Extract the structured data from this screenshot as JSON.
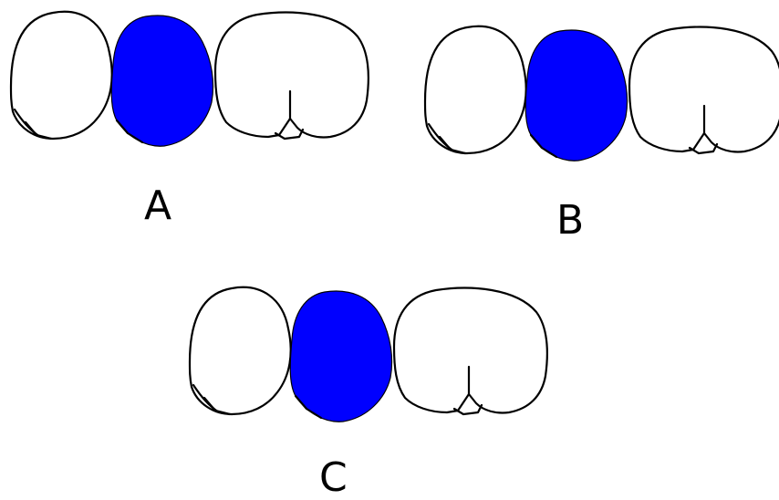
{
  "colors": {
    "highlight": "#0000ff",
    "outline": "#000000",
    "background": "#ffffff"
  },
  "panels": [
    {
      "id": "A",
      "label": "A"
    },
    {
      "id": "B",
      "label": "B"
    },
    {
      "id": "C",
      "label": "C"
    }
  ]
}
